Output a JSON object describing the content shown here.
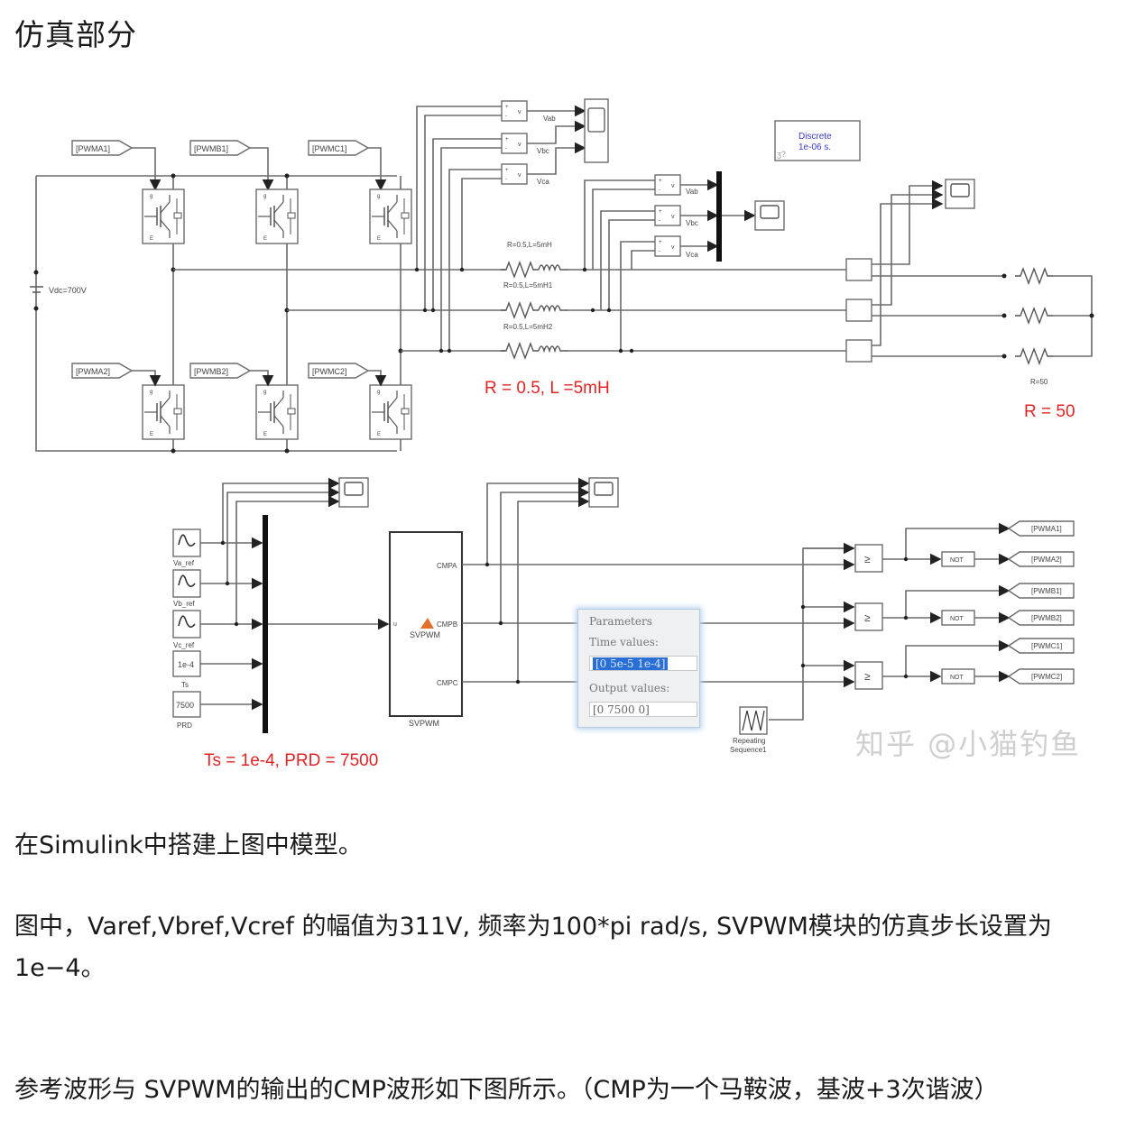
{
  "heading": "仿真部分",
  "diagram": {
    "top_goto_tags": [
      "[PWMA1]",
      "[PWMB1]",
      "[PWMC1]"
    ],
    "bottom_goto_tags": [
      "[PWMA2]",
      "[PWMB2]",
      "[PWMC2]"
    ],
    "dc_source_label": "Vdc=700V",
    "meas_labels_1": [
      "Vab",
      "Vbc",
      "Vca"
    ],
    "meas_labels_2": [
      "Vab",
      "Vbc",
      "Vca"
    ],
    "powergui": {
      "line1": "Discrete",
      "line2": "1e-06 s."
    },
    "rl_labels": [
      "R=0.5,L=5mH",
      "R=0.5,L=5mH1",
      "R=0.5,L=5mH2"
    ],
    "rl_annotation": "R = 0.5, L =5mH",
    "load_label": "R=50",
    "load_annotation": "R = 50",
    "sources": [
      {
        "label": "Va_ref",
        "type": "sine"
      },
      {
        "label": "Vb_ref",
        "type": "sine"
      },
      {
        "label": "Vc_ref",
        "type": "sine"
      },
      {
        "label": "Ts",
        "value": "1e-4"
      },
      {
        "label": "PRD",
        "value": "7500"
      }
    ],
    "svpwm": {
      "input": "u",
      "outputs": [
        "CMPA",
        "CMPB",
        "CMPC"
      ],
      "center_label": "SVPWM",
      "block_name": "SVPWM"
    },
    "ts_annotation": "Ts = 1e-4,   PRD = 7500",
    "param_dialog": {
      "title": "Parameters",
      "time_label": "Time values:",
      "time_value": "[0 5e-5 1e-4]",
      "output_label": "Output values:",
      "output_value": "[0 7500 0]"
    },
    "repeating_sequence": {
      "line1": "Repeating",
      "line2": "Sequence1"
    },
    "compare_symbol": "≥",
    "not_label": "NOT",
    "from_tags": [
      "[PWMA1]",
      "[PWMA2]",
      "[PWMB1]",
      "[PWMB2]",
      "[PWMC1]",
      "[PWMC2]"
    ],
    "watermark": "知乎 @小猫钓鱼"
  },
  "paragraphs": [
    "在Simulink中搭建上图中模型。",
    "图中，Varef,Vbref,Vcref 的幅值为311V, 频率为100*pi rad/s, SVPWM模块的仿真步长设置为1e−4。",
    "参考波形与 SVPWM的输出的CMP波形如下图所示。（CMP为一个马鞍波，基波+3次谐波）"
  ]
}
